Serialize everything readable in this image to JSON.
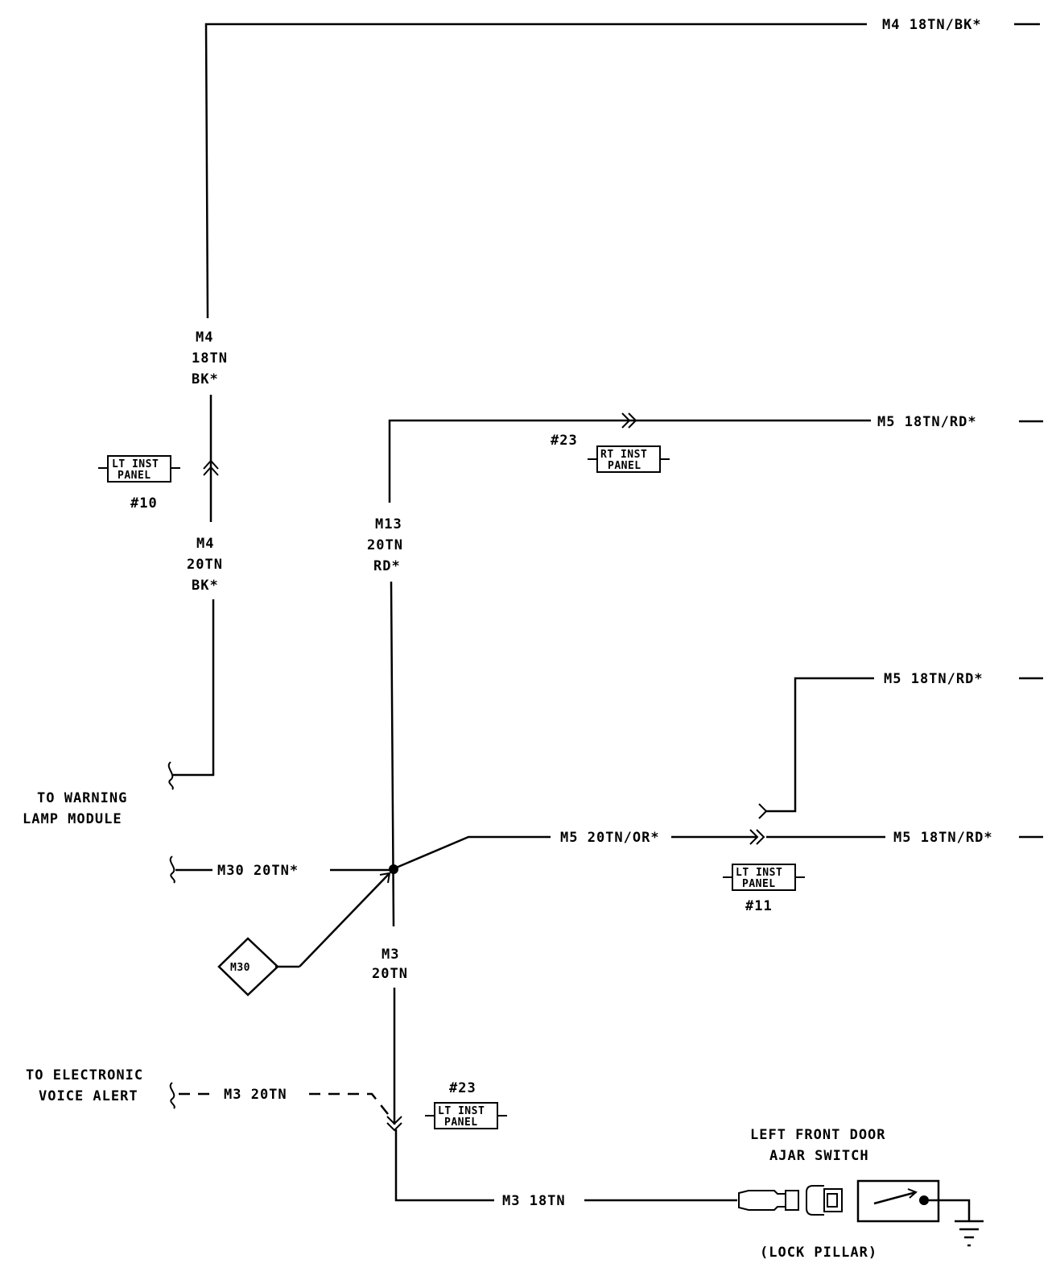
{
  "wires": {
    "m4_top": "M4 18TN/BK*",
    "m4_vert_1": "M4",
    "m4_vert_2": "18TN",
    "m4_vert_3": "BK*",
    "m4_low_1": "M4",
    "m4_low_2": "20TN",
    "m4_low_3": "BK*",
    "m13_1": "M13",
    "m13_2": "20TN",
    "m13_3": "RD*",
    "m5_top": "M5 18TN/RD*",
    "m5_mid": "M5 18TN/RD*",
    "m5_right": "M5 18TN/RD*",
    "m5_orange": "M5 20TN/OR*",
    "m30": "M30 20TN*",
    "m3_1": "M3",
    "m3_2": "20TN",
    "m3_voice": "M3 20TN",
    "m3_bottom": "M3 18TN"
  },
  "connectors": {
    "lt_inst_panel_10": {
      "line1": "LT INST",
      "line2": "PANEL",
      "ref": "#10"
    },
    "rt_inst_panel_23": {
      "line1": "RT INST",
      "line2": "PANEL",
      "ref": "#23"
    },
    "lt_inst_panel_11": {
      "line1": "LT INST",
      "line2": "PANEL",
      "ref": "#11"
    },
    "lt_inst_panel_23": {
      "line1": "LT INST",
      "line2": "PANEL",
      "ref": "#23"
    }
  },
  "splice": {
    "label": "M30"
  },
  "destinations": {
    "warning_lamp_1": "TO WARNING",
    "warning_lamp_2": "LAMP MODULE",
    "voice_alert_1": "TO ELECTRONIC",
    "voice_alert_2": "VOICE ALERT"
  },
  "switch": {
    "title_1": "LEFT FRONT DOOR",
    "title_2": "AJAR SWITCH",
    "location": "(LOCK PILLAR)"
  }
}
